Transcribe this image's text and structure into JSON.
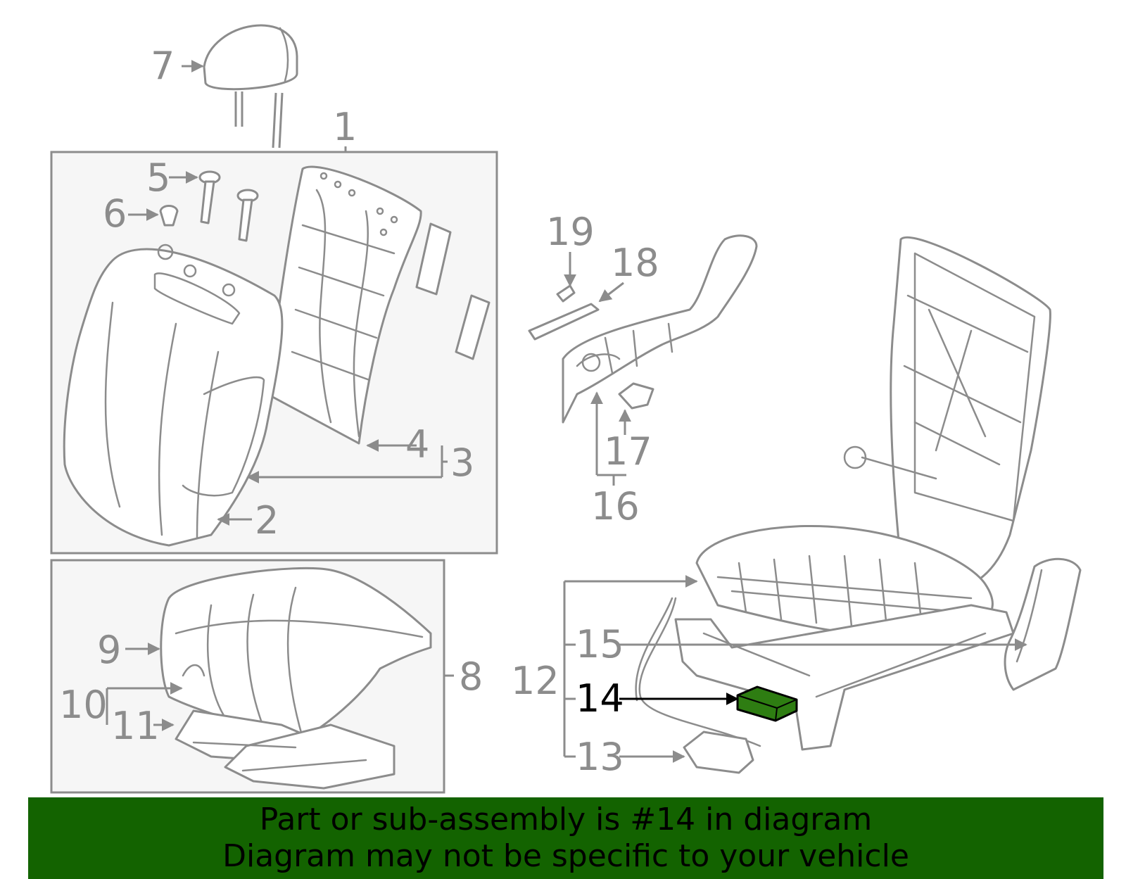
{
  "callouts": {
    "c1": "1",
    "c2": "2",
    "c3": "3",
    "c4": "4",
    "c5": "5",
    "c6": "6",
    "c7": "7",
    "c8": "8",
    "c9": "9",
    "c10": "10",
    "c11": "11",
    "c12": "12",
    "c13": "13",
    "c14": "14",
    "c15": "15",
    "c16": "16",
    "c17": "17",
    "c18": "18",
    "c19": "19"
  },
  "highlight": {
    "part_number": "14",
    "color": "#2e7d12"
  },
  "banner": {
    "line1": "Part or sub-assembly is #14 in diagram",
    "line2": "Diagram may not be specific to your vehicle",
    "background": "#136300"
  }
}
